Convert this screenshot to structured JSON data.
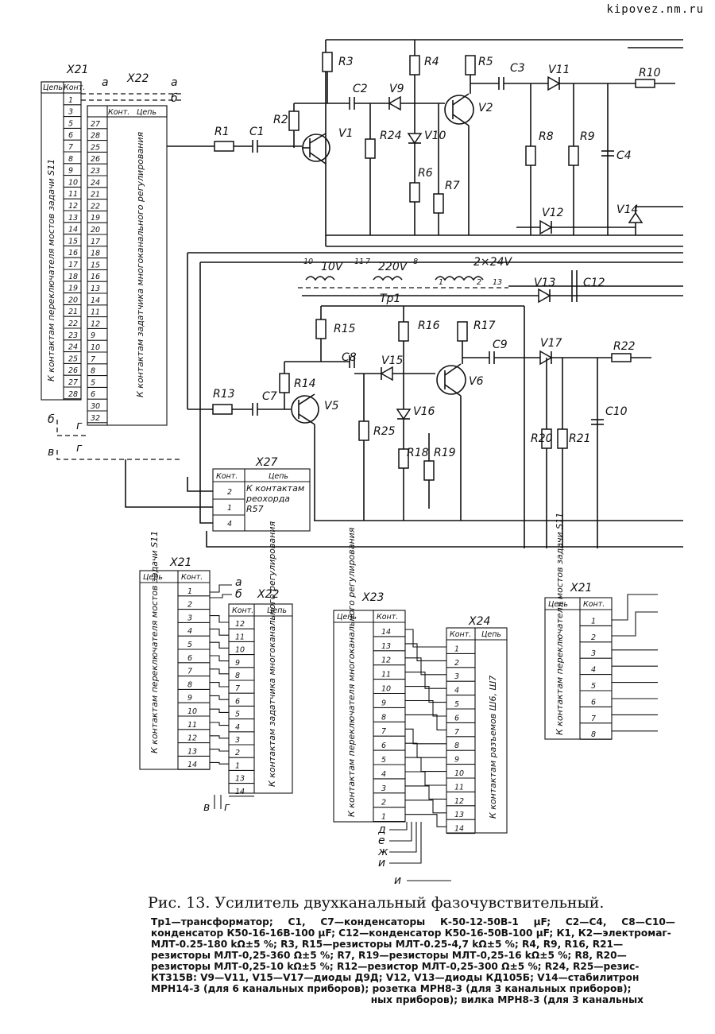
{
  "watermark": "kipovez.nm.ru",
  "top": {
    "x21_title": "X21",
    "x22_title": "X22",
    "x27_title": "X27",
    "x21_col_circuit": "Цепь",
    "x21_col_contact": "Конт.",
    "x22_col_contact": "Конт.",
    "x22_col_circuit": "Цепь",
    "x21_contacts": [
      "1",
      "3",
      "5",
      "6",
      "7",
      "8",
      "9",
      "10",
      "11",
      "12",
      "13",
      "14",
      "15",
      "16",
      "17",
      "18",
      "19",
      "20",
      "21",
      "22",
      "23",
      "24",
      "25",
      "26",
      "27",
      "28"
    ],
    "x22_contacts": [
      "27",
      "28",
      "25",
      "26",
      "23",
      "24",
      "21",
      "22",
      "19",
      "20",
      "17",
      "18",
      "15",
      "16",
      "13",
      "14",
      "11",
      "12",
      "9",
      "10",
      "7",
      "8",
      "5",
      "6",
      "30",
      "32"
    ],
    "x21_side_label": "К контактам переключателя мостов задачи S11",
    "x22_side_label": "К контактам задатчика многоканального регулирования",
    "x27_col_contact": "Конт.",
    "x27_col_circuit": "Цепь",
    "x27_rows": [
      "2",
      "1",
      "4"
    ],
    "x27_note": "К контактам реохорда R57",
    "wire_a": "а",
    "wire_b": "б",
    "wire_v": "в",
    "wire_g": "г",
    "components": [
      "R1",
      "C1",
      "R2",
      "V1",
      "R3",
      "C2",
      "V9",
      "R24",
      "R4",
      "V10",
      "R6",
      "R7",
      "R5",
      "V2",
      "C3",
      "V11",
      "R8",
      "R9",
      "C4",
      "R10",
      "V12",
      "V14",
      "10V",
      "220V",
      "2×24V",
      "V13",
      "C12",
      "Tp1",
      "R15",
      "R14",
      "V5",
      "C7",
      "R13",
      "C8",
      "V15",
      "R16",
      "R25",
      "V16",
      "R18",
      "R19",
      "R17",
      "V6",
      "C9",
      "V17",
      "R22",
      "R20",
      "R21",
      "C10"
    ],
    "pin_numbers": [
      "10",
      "11",
      "7",
      "8",
      "1",
      "2",
      "13"
    ]
  },
  "bottom_left": {
    "x21_title": "X21",
    "x22_title": "X22",
    "col_circuit": "Цепь",
    "col_contact": "Конт.",
    "x21_contacts": [
      "1",
      "2",
      "3",
      "4",
      "5",
      "6",
      "7",
      "8",
      "9",
      "10",
      "11",
      "12",
      "13",
      "14"
    ],
    "x22_contacts": [
      "12",
      "11",
      "10",
      "9",
      "8",
      "7",
      "6",
      "5",
      "4",
      "3",
      "2",
      "1",
      "13",
      "14"
    ],
    "x21_side_label": "К контактам переключателя мостов задачи S11",
    "x22_side_label": "К контактам задатчика многоканального регулирования",
    "wires_right": [
      "а",
      "б"
    ],
    "wires_bottom": [
      "в",
      "г"
    ]
  },
  "bottom_mid": {
    "x23_title": "X23",
    "x24_title": "X24",
    "col_circuit": "Цепь",
    "col_contact": "Конт.",
    "x23_contacts": [
      "14",
      "13",
      "12",
      "11",
      "10",
      "9",
      "8",
      "7",
      "6",
      "5",
      "4",
      "3",
      "2",
      "1"
    ],
    "x24_contacts": [
      "1",
      "2",
      "3",
      "4",
      "5",
      "6",
      "7",
      "8",
      "9",
      "10",
      "11",
      "12",
      "13",
      "14"
    ],
    "x23_side_label": "К контактам переключателя многоканального регулирования",
    "x24_side_label": "К контактам разъемов Ш6, Ш7",
    "wires_bottom": [
      "д",
      "е",
      "ж",
      "и"
    ],
    "wire_u": "и"
  },
  "bottom_right": {
    "x21_title": "X21",
    "col_circuit": "Цепь",
    "col_contact": "Конт.",
    "x21_contacts": [
      "1",
      "2",
      "3",
      "4",
      "5",
      "6",
      "7",
      "8"
    ],
    "x21_side_label": "К контактам переключателя мостов задачи S11"
  },
  "caption": {
    "title": "Рис. 13. Усилитель двухканальный фазочувствительный.",
    "lines": [
      "Tp1—трансформатор; C1, C7—конденсаторы К-50-12-50В-1 µF; C2—C4, C8—C10—конденсатор К50-16-16В-100 µF; C12—конденсатор К50-16-50В-100 µF; К1, К2—электромаг-",
      "МЛТ-0.25-180 kΩ±5 %; R3, R15—резисторы МЛТ-0.25-4,7 kΩ±5 %; R4, R9, R16, R21—",
      "резисторы МЛТ-0,25-360 Ω±5 %; R7, R19—резисторы МЛТ-0,25-16 kΩ±5 %; R8, R20—",
      "резисторы МЛТ-0,25-10 kΩ±5 %; R12—резистор МЛТ-0,25-300 Ω±5 %; R24, R25—резис-",
      "КТ315В: V9—V11, V15—V17—диоды Д9Д; V12, V13—диоды КД105Б; V14—стабилитрон",
      "МРН14-3 (для 6 канальных приборов); розетка МРН8-3 (для 3 канальных приборов);",
      "ных приборов); вилка МРН8-3 (для 3 канальных"
    ]
  }
}
